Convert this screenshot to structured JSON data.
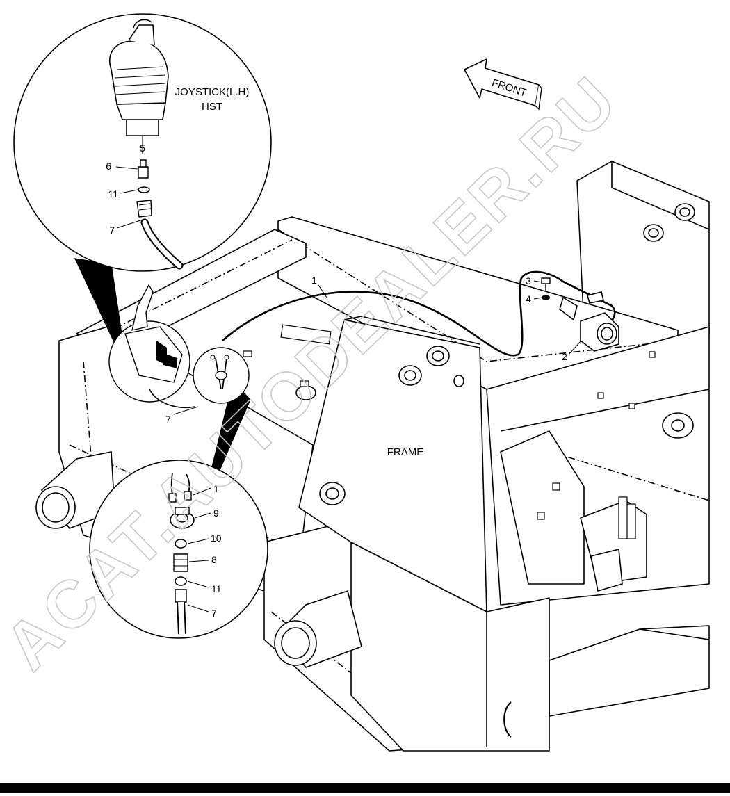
{
  "labels": {
    "joystick_line1": "JOYSTICK(L.H)",
    "joystick_line2": "HST",
    "front": "FRONT",
    "frame": "FRAME",
    "part_1_main": "1",
    "part_1_detail": "1",
    "part_2": "2",
    "part_3": "3",
    "part_4": "4",
    "part_5": "5",
    "part_6": "6",
    "part_7_top": "7",
    "part_7_mid": "7",
    "part_7_bottom": "7",
    "part_8": "8",
    "part_9": "9",
    "part_10": "10",
    "part_11_top": "11",
    "part_11_bottom": "11"
  },
  "watermark": "ACAT.AUTODEALER.RU",
  "colors": {
    "line": "#000000",
    "watermark": "#c8c8c8",
    "background": "#ffffff",
    "bottom_bar": "#000000"
  }
}
